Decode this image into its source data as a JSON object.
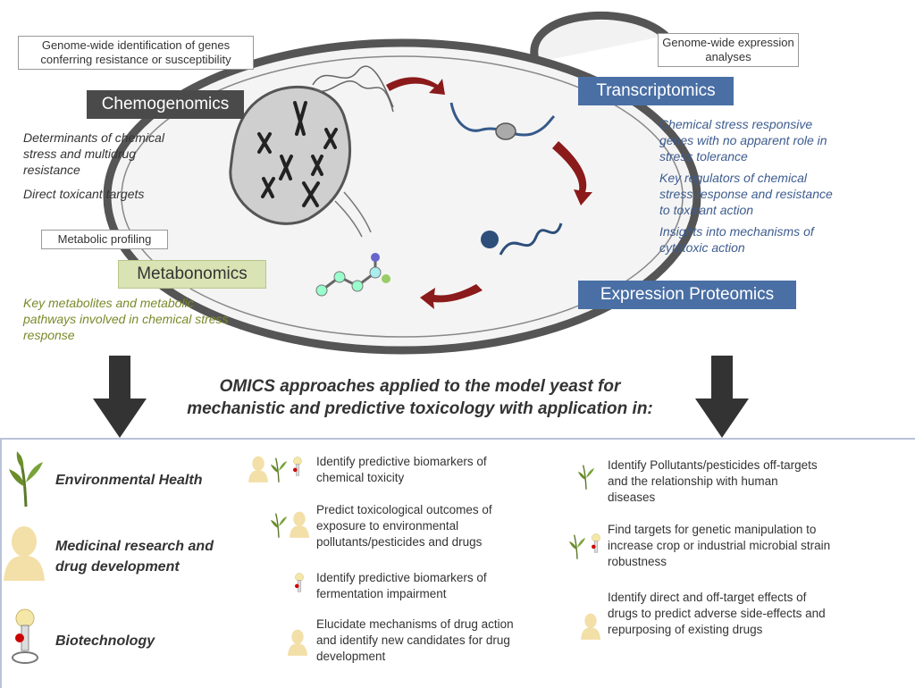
{
  "top_left_box": "Genome-wide identification of genes conferring resistance or susceptibility",
  "top_right_box": "Genome-wide expression analyses",
  "chemogenomics": {
    "label": "Chemogenomics",
    "notes": [
      "Determinants of chemical stress and multidrug resistance",
      "Direct toxicant targets"
    ]
  },
  "transcriptomics": {
    "label": "Transcriptomics",
    "notes": [
      "Chemical stress responsive genes with no apparent role in stress tolerance",
      "Key regulators of chemical stress response and resistance to toxicant action",
      "Insights into mechanisms of cytotoxic action"
    ]
  },
  "metabolic_profiling_box": "Metabolic profiling",
  "metabonomics": {
    "label": "Metabonomics",
    "notes": [
      "Key metabolites and metabolic pathways involved in chemical stress response"
    ]
  },
  "expression_proteomics": {
    "label": "Expression Proteomics"
  },
  "headline": {
    "line1": "OMICS approaches applied to the model yeast for",
    "line2": "mechanistic and predictive toxicology with application in:"
  },
  "applications": [
    {
      "label": "Environmental Health"
    },
    {
      "label": "Medicinal research and drug development"
    },
    {
      "label": "Biotechnology"
    }
  ],
  "middle_items": [
    "Identify predictive biomarkers of chemical toxicity",
    "Predict toxicological outcomes of exposure to environmental pollutants/pesticides and drugs",
    "Identify predictive biomarkers of fermentation impairment",
    "Elucidate mechanisms of drug action and identify new candidates for drug development"
  ],
  "right_items": [
    "Identify Pollutants/pesticides off-targets and the relationship with human diseases",
    "Find targets for genetic manipulation to increase crop or industrial microbial strain robustness",
    "Identify direct and off-target effects of drugs to predict adverse side-effects and repurposing of existing drugs"
  ],
  "icons": {
    "environment": "plant-icon",
    "medicine": "person-icon",
    "biotech": "flask-icon"
  },
  "colors": {
    "dark_label": "#4a4a4a",
    "blue_label": "#4a6fa5",
    "green_label": "#d9e3b4",
    "red_arrow": "#8b1a1a",
    "black_arrow": "#333333"
  }
}
